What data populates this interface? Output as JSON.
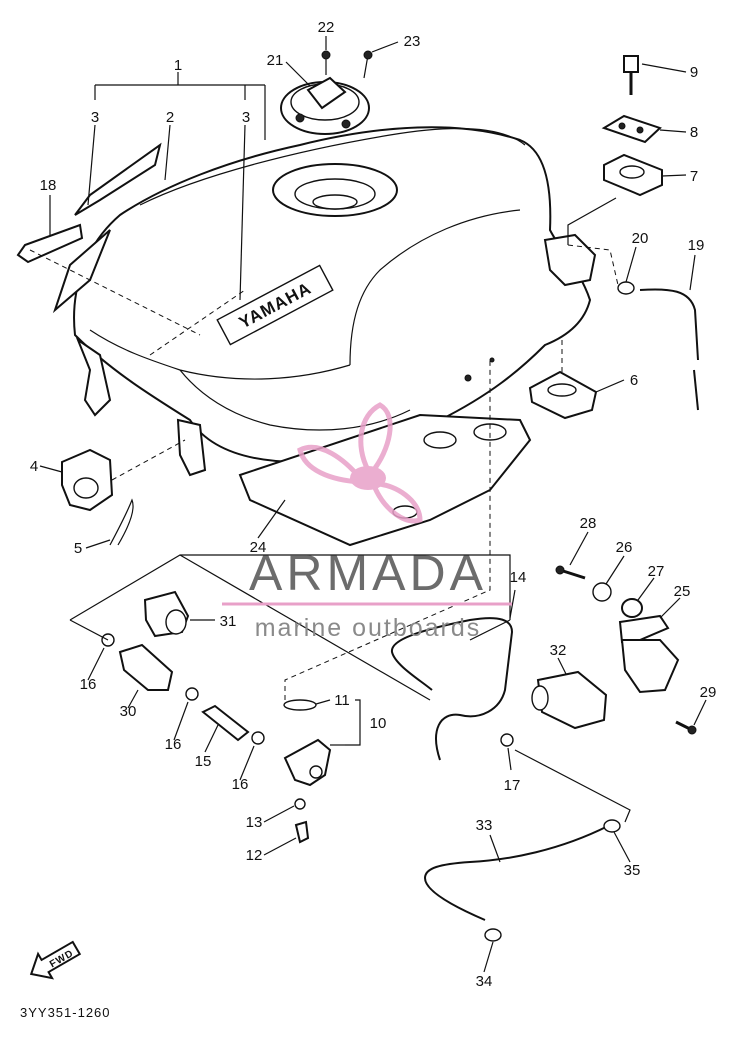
{
  "diagram": {
    "reference_code": "3YY351-1260",
    "tank_emblem": "YAMAHA",
    "fwd_label": "FWD",
    "callouts": [
      {
        "id": "c1",
        "label": "1"
      },
      {
        "id": "c2",
        "label": "2"
      },
      {
        "id": "c3a",
        "label": "3"
      },
      {
        "id": "c3b",
        "label": "3"
      },
      {
        "id": "c4",
        "label": "4"
      },
      {
        "id": "c5",
        "label": "5"
      },
      {
        "id": "c6",
        "label": "6"
      },
      {
        "id": "c7",
        "label": "7"
      },
      {
        "id": "c8",
        "label": "8"
      },
      {
        "id": "c9",
        "label": "9"
      },
      {
        "id": "c10",
        "label": "10"
      },
      {
        "id": "c11",
        "label": "11"
      },
      {
        "id": "c12",
        "label": "12"
      },
      {
        "id": "c13",
        "label": "13"
      },
      {
        "id": "c14",
        "label": "14"
      },
      {
        "id": "c15",
        "label": "15"
      },
      {
        "id": "c16a",
        "label": "16"
      },
      {
        "id": "c16b",
        "label": "16"
      },
      {
        "id": "c16c",
        "label": "16"
      },
      {
        "id": "c17",
        "label": "17"
      },
      {
        "id": "c18",
        "label": "18"
      },
      {
        "id": "c19",
        "label": "19"
      },
      {
        "id": "c20",
        "label": "20"
      },
      {
        "id": "c21",
        "label": "21"
      },
      {
        "id": "c22",
        "label": "22"
      },
      {
        "id": "c23",
        "label": "23"
      },
      {
        "id": "c24",
        "label": "24"
      },
      {
        "id": "c25",
        "label": "25"
      },
      {
        "id": "c26",
        "label": "26"
      },
      {
        "id": "c27",
        "label": "27"
      },
      {
        "id": "c28",
        "label": "28"
      },
      {
        "id": "c29",
        "label": "29"
      },
      {
        "id": "c30",
        "label": "30"
      },
      {
        "id": "c31",
        "label": "31"
      },
      {
        "id": "c32",
        "label": "32"
      },
      {
        "id": "c33",
        "label": "33"
      },
      {
        "id": "c34",
        "label": "34"
      },
      {
        "id": "c35",
        "label": "35"
      }
    ]
  },
  "watermark": {
    "brand": "ARMADA",
    "tagline": "marine outboards",
    "accent_color": "#e8a0c8",
    "text_color": "#6c6c6c"
  }
}
